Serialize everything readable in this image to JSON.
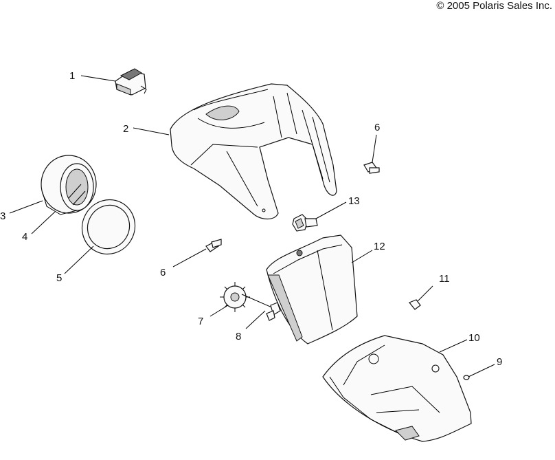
{
  "copyright": "© 2005 Polaris Sales Inc.",
  "callouts": [
    {
      "id": "c1",
      "text": "1"
    },
    {
      "id": "c2",
      "text": "2"
    },
    {
      "id": "c3",
      "text": "3"
    },
    {
      "id": "c4",
      "text": "4"
    },
    {
      "id": "c5",
      "text": "5"
    },
    {
      "id": "c6a",
      "text": "6"
    },
    {
      "id": "c6b",
      "text": "6"
    },
    {
      "id": "c7",
      "text": "7"
    },
    {
      "id": "c8",
      "text": "8"
    },
    {
      "id": "c9",
      "text": "9"
    },
    {
      "id": "c10",
      "text": "10"
    },
    {
      "id": "c11",
      "text": "11"
    },
    {
      "id": "c12",
      "text": "12"
    },
    {
      "id": "c13",
      "text": "13"
    }
  ]
}
